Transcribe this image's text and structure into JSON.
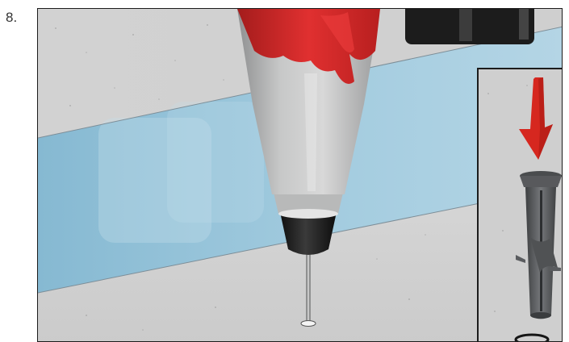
{
  "step": {
    "number": "8."
  },
  "colors": {
    "wall_top": "#d8d8d8",
    "wall_blue": "#9cc6dc",
    "floor": "#d3d3d3",
    "tool_body": "#bfc0c0",
    "tool_red": "#d42a2a",
    "chuck": "#1b1b1b",
    "anchor": "#5e6063",
    "arrow": "#d6271f"
  },
  "icons": {
    "main_scene": "drill-above-hole-illustration",
    "inset": "anchor-insertion-detail",
    "arrow": "down-arrow-icon"
  }
}
